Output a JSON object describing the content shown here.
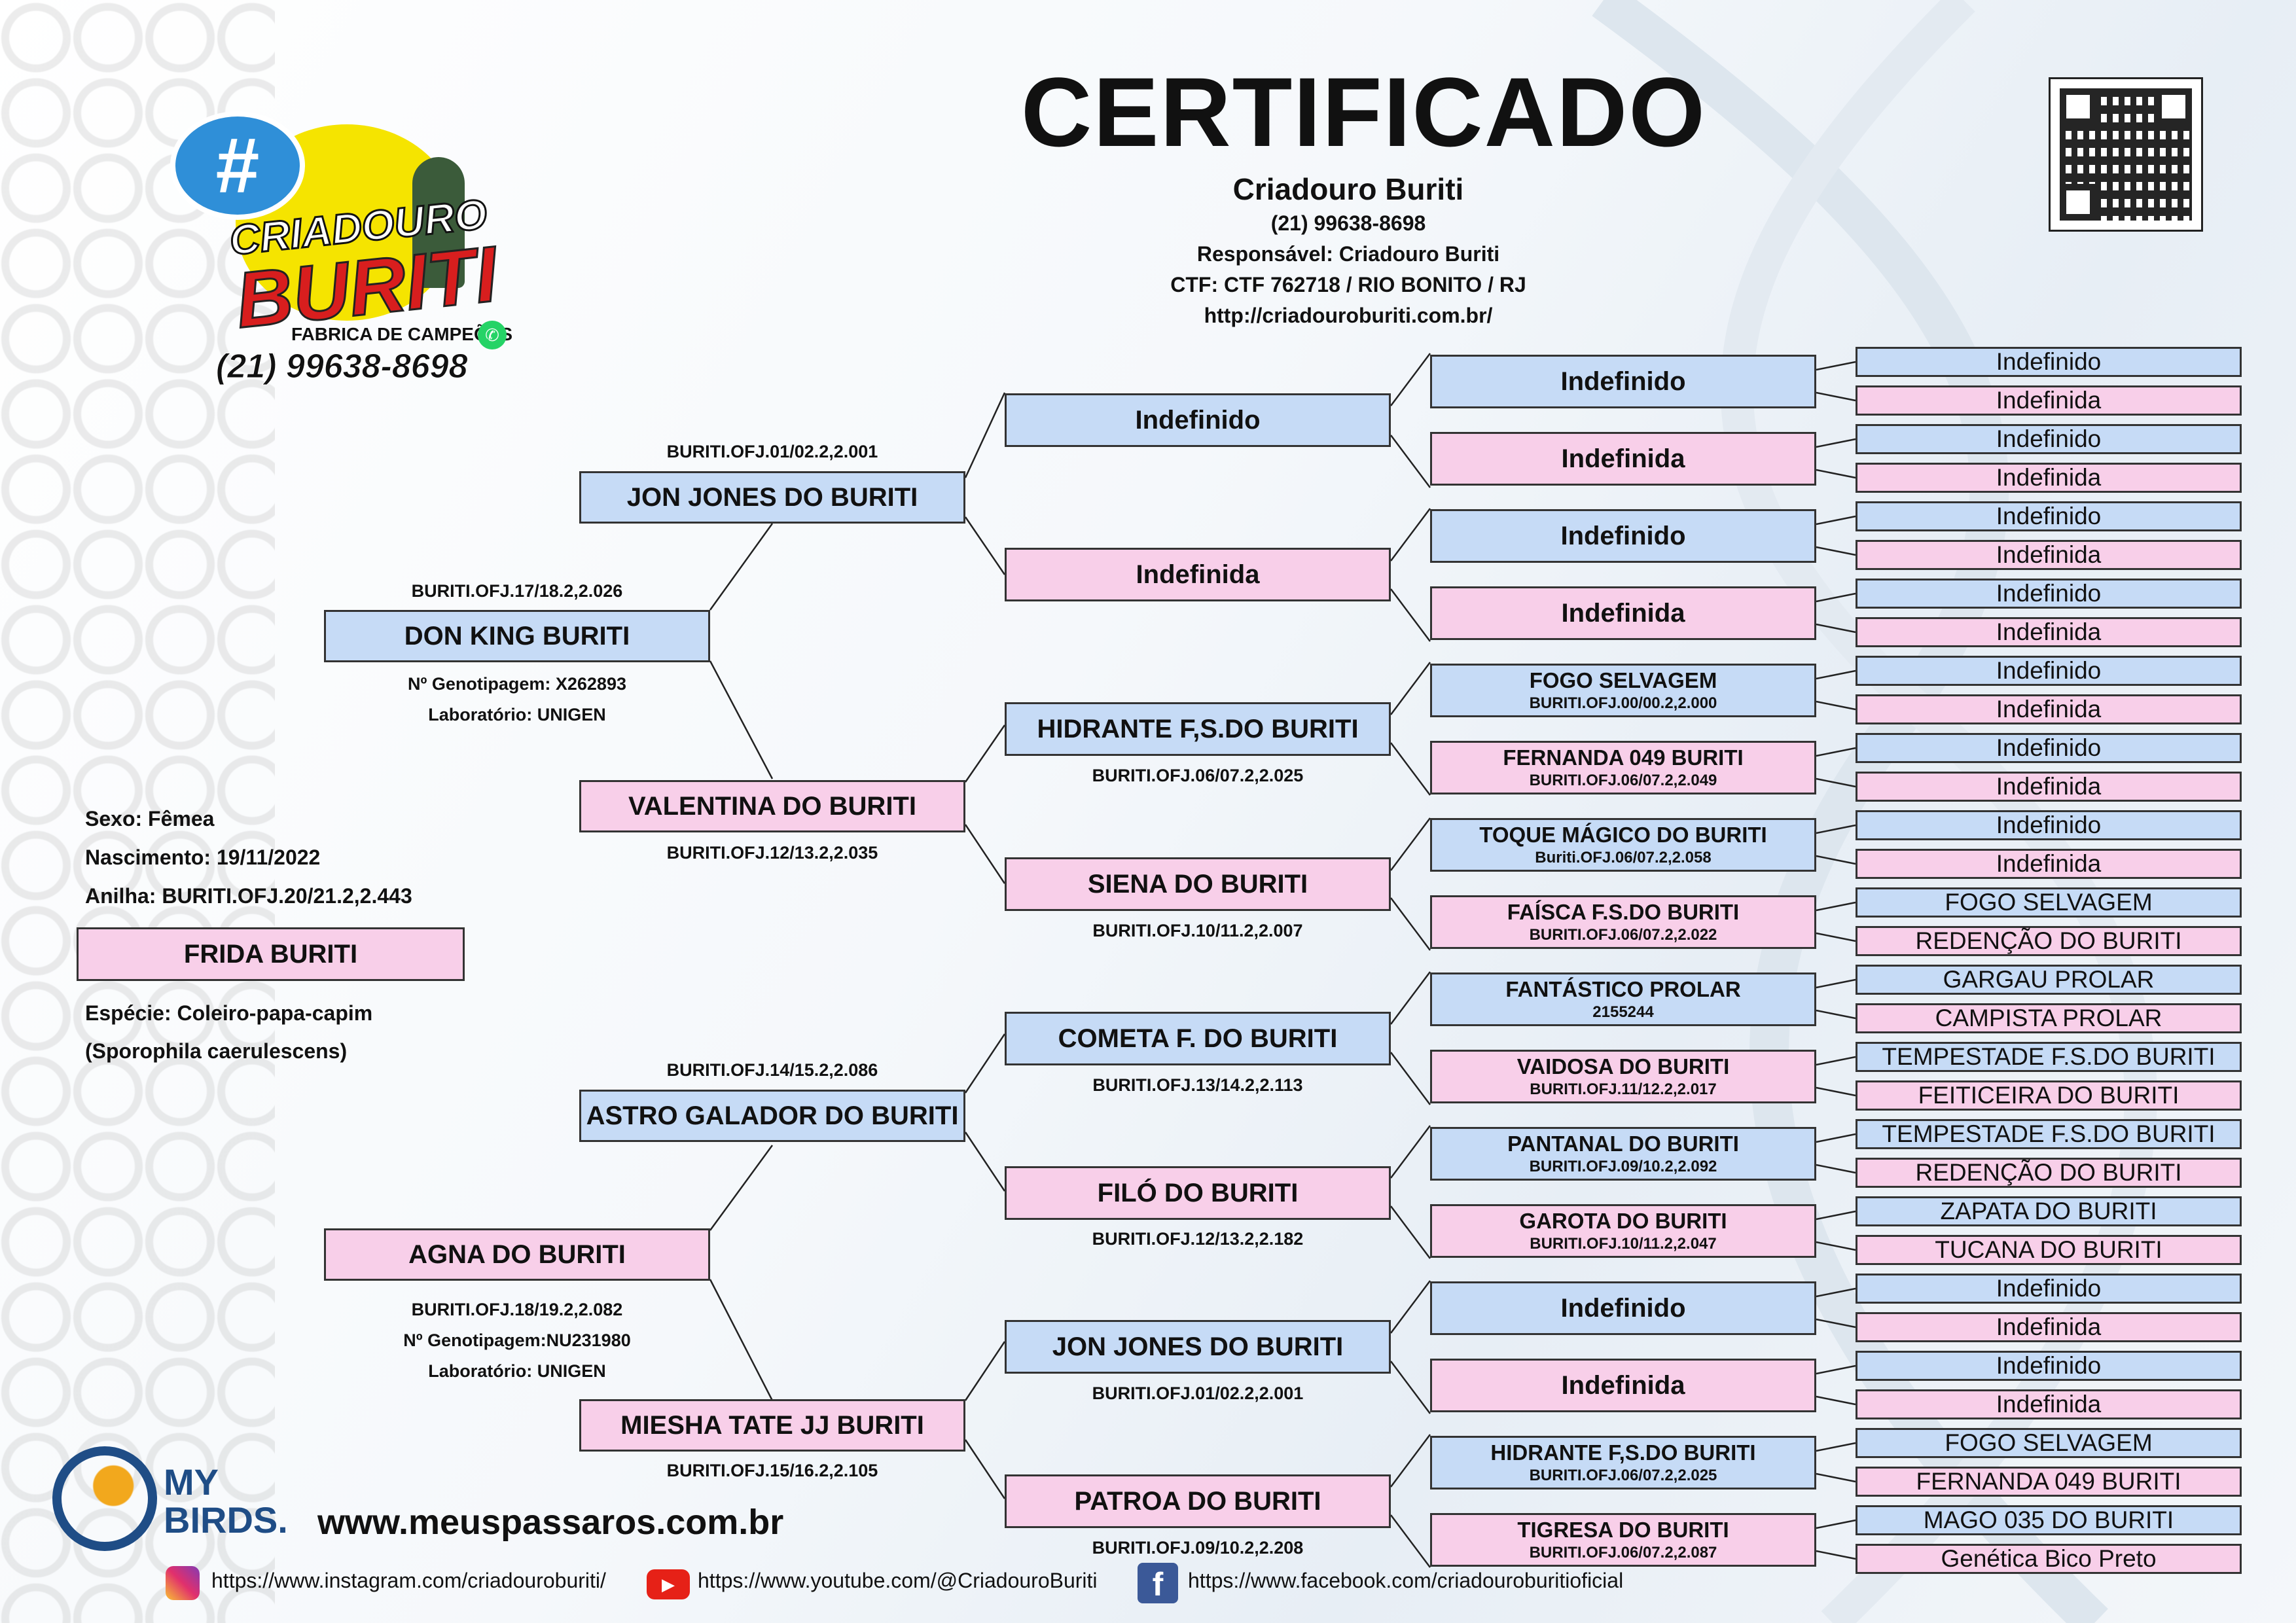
{
  "header": {
    "title": "CERTIFICADO",
    "breeder": "Criadouro Buriti",
    "phone": "(21) 99638-8698",
    "responsible": "Responsável: Criadouro Buriti",
    "ctf": "CTF: CTF 762718 / RIO BONITO / RJ",
    "url": "http://criadouroburiti.com.br/"
  },
  "logo": {
    "hash": "#",
    "line1": "CRIADOURO",
    "line2": "BURITI",
    "slogan": "FABRICA DE CAMPEÕES",
    "phone": "(21) 99638-8698"
  },
  "bird": {
    "sex": "Sexo: Fêmea",
    "birth": "Nascimento: 19/11/2022",
    "ring": "Anilha: BURITI.OFJ.20/21.2,2.443",
    "name": "FRIDA BURITI",
    "species": "Espécie: Coleiro-papa-capim",
    "scientific": "(Sporophila caerulescens)"
  },
  "gen1": {
    "father": {
      "name": "DON KING BURITI",
      "ring": "BURITI.OFJ.17/18.2,2.026",
      "geno": "Nº Genotipagem: X262893",
      "lab": "Laboratório: UNIGEN"
    },
    "mother": {
      "name": "AGNA DO BURITI",
      "ring": "BURITI.OFJ.18/19.2,2.082",
      "geno": "Nº Genotipagem:NU231980",
      "lab": "Laboratório: UNIGEN"
    }
  },
  "gen2": [
    {
      "name": "JON JONES DO BURITI",
      "ring": "BURITI.OFJ.01/02.2,2.001"
    },
    {
      "name": "VALENTINA DO BURITI",
      "ring": "BURITI.OFJ.12/13.2,2.035"
    },
    {
      "name": "ASTRO GALADOR DO BURITI",
      "ring": "BURITI.OFJ.14/15.2,2.086"
    },
    {
      "name": "MIESHA TATE JJ BURITI",
      "ring": "BURITI.OFJ.15/16.2,2.105"
    }
  ],
  "gen3": [
    {
      "name": "Indefinido",
      "ring": ""
    },
    {
      "name": "Indefinida",
      "ring": ""
    },
    {
      "name": "HIDRANTE F,S.DO BURITI",
      "ring": "BURITI.OFJ.06/07.2,2.025"
    },
    {
      "name": "SIENA DO BURITI",
      "ring": "BURITI.OFJ.10/11.2,2.007"
    },
    {
      "name": "COMETA F. DO BURITI",
      "ring": "BURITI.OFJ.13/14.2,2.113"
    },
    {
      "name": "FILÓ DO BURITI",
      "ring": "BURITI.OFJ.12/13.2,2.182"
    },
    {
      "name": "JON JONES DO BURITI",
      "ring": "BURITI.OFJ.01/02.2,2.001"
    },
    {
      "name": "PATROA DO BURITI",
      "ring": "BURITI.OFJ.09/10.2,2.208"
    }
  ],
  "gen4": [
    {
      "name": "Indefinido",
      "ring": ""
    },
    {
      "name": "Indefinida",
      "ring": ""
    },
    {
      "name": "Indefinido",
      "ring": ""
    },
    {
      "name": "Indefinida",
      "ring": ""
    },
    {
      "name": "FOGO SELVAGEM",
      "ring": "BURITI.OFJ.00/00.2,2.000"
    },
    {
      "name": "FERNANDA 049 BURITI",
      "ring": "BURITI.OFJ.06/07.2,2.049"
    },
    {
      "name": "TOQUE MÁGICO DO BURITI",
      "ring": "Buriti.OFJ.06/07.2,2.058"
    },
    {
      "name": "FAÍSCA F.S.DO BURITI",
      "ring": "BURITI.OFJ.06/07.2,2.022"
    },
    {
      "name": "FANTÁSTICO PROLAR",
      "ring": "2155244"
    },
    {
      "name": "VAIDOSA DO BURITI",
      "ring": "BURITI.OFJ.11/12.2,2.017"
    },
    {
      "name": "PANTANAL DO BURITI",
      "ring": "BURITI.OFJ.09/10.2,2.092"
    },
    {
      "name": "GAROTA DO BURITI",
      "ring": "BURITI.OFJ.10/11.2,2.047"
    },
    {
      "name": "Indefinido",
      "ring": ""
    },
    {
      "name": "Indefinida",
      "ring": ""
    },
    {
      "name": "HIDRANTE F,S.DO BURITI",
      "ring": "BURITI.OFJ.06/07.2,2.025"
    },
    {
      "name": "TIGRESA DO BURITI",
      "ring": "BURITI.OFJ.06/07.2,2.087"
    }
  ],
  "gen5": [
    "Indefinido",
    "Indefinida",
    "Indefinido",
    "Indefinida",
    "Indefinido",
    "Indefinida",
    "Indefinido",
    "Indefinida",
    "Indefinido",
    "Indefinida",
    "Indefinido",
    "Indefinida",
    "Indefinido",
    "Indefinida",
    "FOGO SELVAGEM",
    "REDENÇÃO DO BURITI",
    "GARGAU PROLAR",
    "CAMPISTA PROLAR",
    "TEMPESTADE F.S.DO BURITI",
    "FEITICEIRA DO BURITI",
    "TEMPESTADE F.S.DO BURITI",
    "REDENÇÃO DO BURITI",
    "ZAPATA DO BURITI",
    "TUCANA DO BURITI",
    "Indefinido",
    "Indefinida",
    "Indefinido",
    "Indefinida",
    "FOGO SELVAGEM",
    "FERNANDA 049 BURITI",
    "MAGO 035 DO BURITI",
    "Genética Bico Preto"
  ],
  "footer": {
    "brand_line1": "MY",
    "brand_line2": "BIRDS.",
    "site": "www.meuspassaros.com.br",
    "instagram": "https://www.instagram.com/criadouroburiti/",
    "youtube": "https://www.youtube.com/@CriadouroBuriti",
    "facebook": "https://www.facebook.com/criadouroburitioficial"
  },
  "colors": {
    "male": "#c6dbf6",
    "female": "#f8cfe9",
    "logo_red": "#d81e1e",
    "logo_yellow": "#f5e400"
  }
}
